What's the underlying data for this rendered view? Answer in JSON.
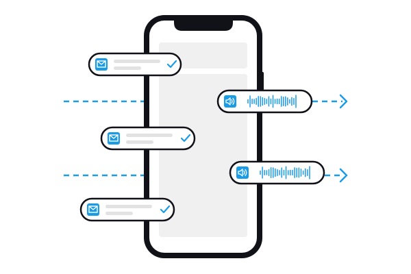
{
  "colors": {
    "background": "#ffffff",
    "outline": "#111118",
    "accent": "#1a9be6",
    "screen": "#f0f0f0",
    "placeholder_line": "#e2e2e2",
    "pill_fill": "#ffffff",
    "icon_glyph": "#ffffff"
  },
  "phone": {
    "icons": [
      "phone-frame",
      "notch",
      "side-button"
    ]
  },
  "messages": [
    {
      "icon": "envelope-icon",
      "status_icon": "checkmark-icon",
      "delivered": true
    },
    {
      "icon": "envelope-icon",
      "status_icon": "checkmark-icon",
      "delivered": true
    },
    {
      "icon": "envelope-icon",
      "status_icon": "checkmark-icon",
      "delivered": true
    }
  ],
  "voice_messages": [
    {
      "icon": "speaker-icon",
      "waveform_icon": "sound-wave-icon",
      "direction_icon": "arrow-right-icon"
    },
    {
      "icon": "speaker-icon",
      "waveform_icon": "sound-wave-icon",
      "direction_icon": "arrow-right-icon"
    }
  ],
  "incoming_links": [
    {
      "icon": "dashed-line-icon"
    },
    {
      "icon": "dashed-line-icon"
    }
  ]
}
